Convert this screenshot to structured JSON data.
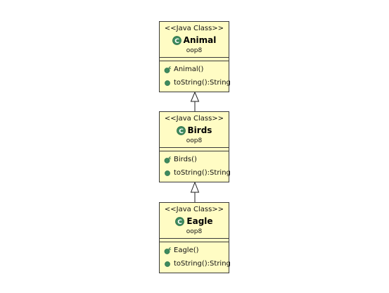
{
  "diagram": {
    "classes": [
      {
        "stereotype": "<<Java Class>>",
        "name": "Animal",
        "package": "oop8",
        "methods": [
          {
            "label": "Animal()",
            "kind": "constructor"
          },
          {
            "label": "toString():String",
            "kind": "method"
          }
        ]
      },
      {
        "stereotype": "<<Java Class>>",
        "name": "Birds",
        "package": "oop8",
        "methods": [
          {
            "label": "Birds()",
            "kind": "constructor"
          },
          {
            "label": "toString():String",
            "kind": "method"
          }
        ]
      },
      {
        "stereotype": "<<Java Class>>",
        "name": "Eagle",
        "package": "oop8",
        "methods": [
          {
            "label": "Eagle()",
            "kind": "constructor"
          },
          {
            "label": "toString():String",
            "kind": "method"
          }
        ]
      }
    ],
    "relations": [
      {
        "type": "generalization",
        "from": "Birds",
        "to": "Animal"
      },
      {
        "type": "generalization",
        "from": "Eagle",
        "to": "Birds"
      }
    ],
    "colors": {
      "box_fill": "#fffcc4",
      "icon_green": "#3d8a5e",
      "icon_green_dark": "#2a6b46"
    }
  }
}
